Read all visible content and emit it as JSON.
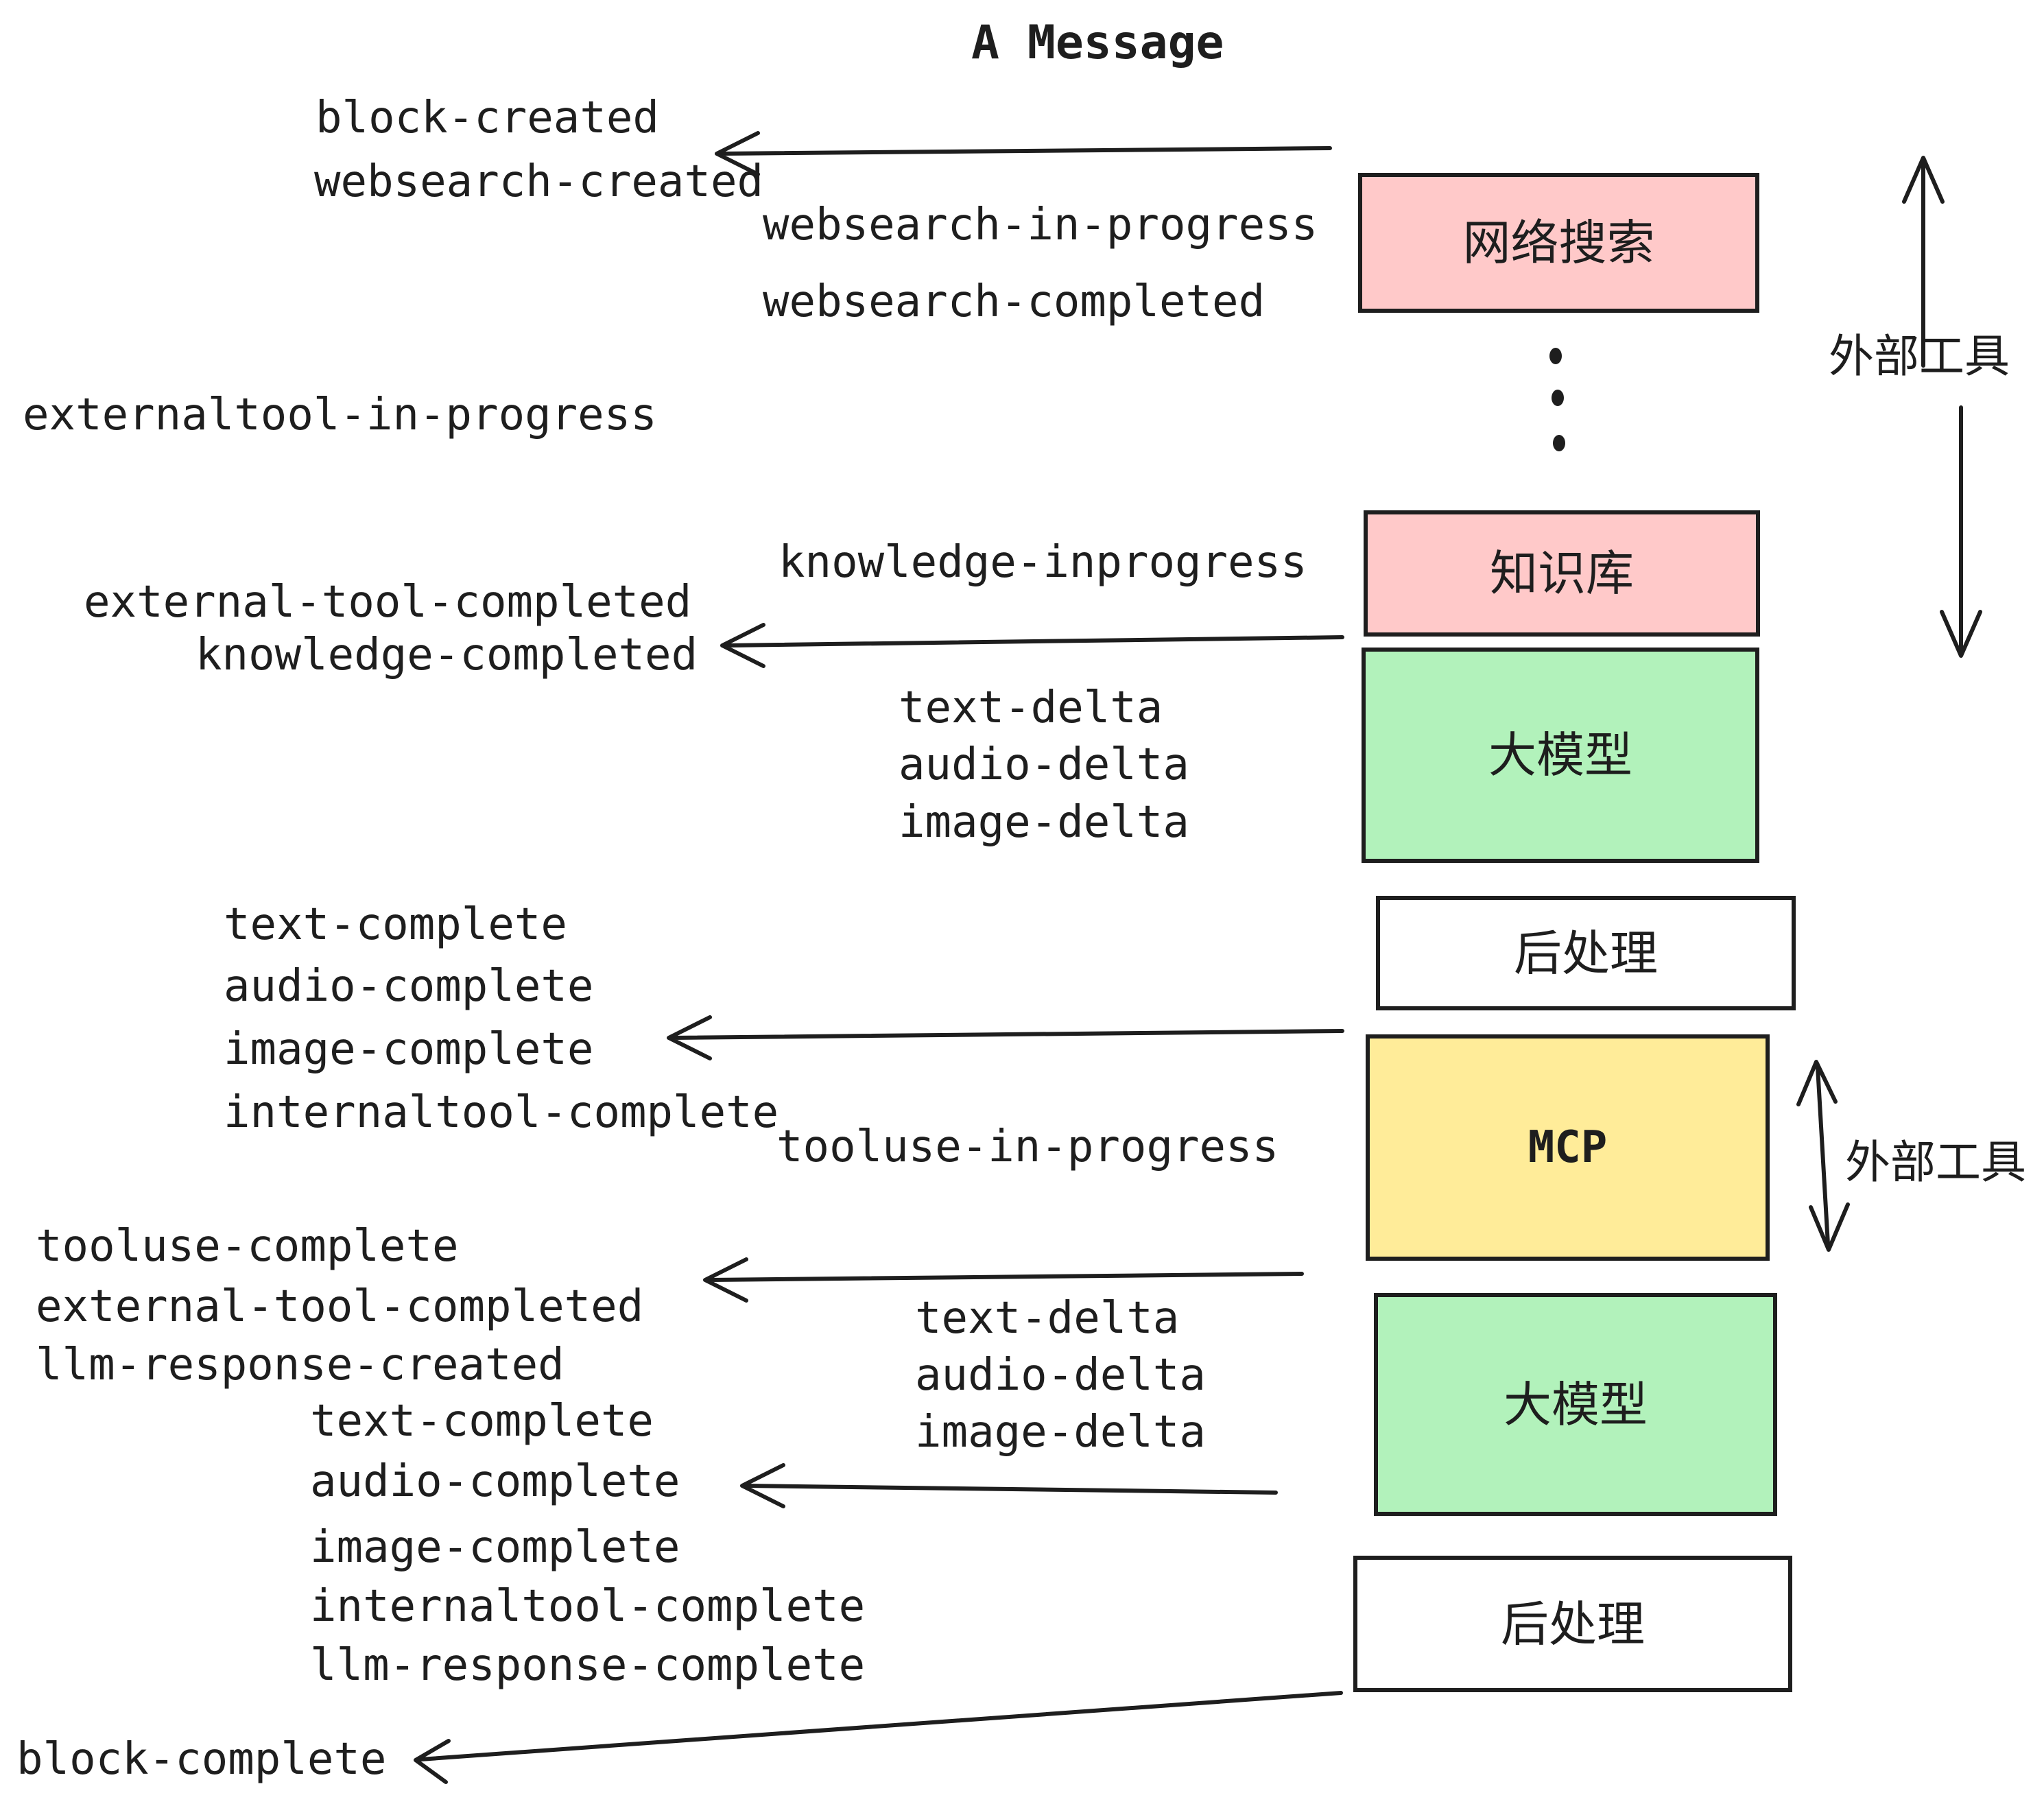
{
  "title": "A Message",
  "colors": {
    "stroke": "#1e1e1e",
    "box_pink": "#ffc9c9",
    "box_green": "#b2f2bb",
    "box_yellow": "#ffec99",
    "box_white": "#ffffff",
    "background": "#ffffff"
  },
  "boxes": [
    {
      "id": "websearch",
      "label": "网络搜索",
      "fill": "#ffc9c9"
    },
    {
      "id": "knowledge",
      "label": "知识库",
      "fill": "#ffc9c9"
    },
    {
      "id": "llm-1",
      "label": "大模型",
      "fill": "#b2f2bb"
    },
    {
      "id": "postprocess-1",
      "label": "后处理",
      "fill": "#ffffff"
    },
    {
      "id": "mcp",
      "label": "MCP",
      "fill": "#ffec99"
    },
    {
      "id": "llm-2",
      "label": "大模型",
      "fill": "#b2f2bb"
    },
    {
      "id": "postprocess-2",
      "label": "后处理",
      "fill": "#ffffff"
    }
  ],
  "side_labels": [
    "外部工具",
    "外部工具"
  ],
  "ellipsis_dots": 3,
  "events": [
    "block-created",
    "websearch-created",
    "websearch-in-progress",
    "websearch-completed",
    "externaltool-in-progress",
    "knowledge-inprogress",
    "external-tool-completed",
    "knowledge-completed",
    "text-delta",
    "audio-delta",
    "image-delta",
    "text-complete",
    "audio-complete",
    "image-complete",
    "internaltool-complete",
    "tooluse-in-progress",
    "tooluse-complete",
    "external-tool-completed",
    "llm-response-created",
    "text-delta",
    "audio-delta",
    "image-delta",
    "text-complete",
    "audio-complete",
    "image-complete",
    "internaltool-complete",
    "llm-response-complete",
    "block-complete"
  ],
  "arrows": [
    {
      "name": "arrow-websearch-to-block-created",
      "direction": "left"
    },
    {
      "name": "arrow-knowledge-to-knowledge-completed",
      "direction": "left"
    },
    {
      "name": "arrow-postprocess1-to-image-complete",
      "direction": "left"
    },
    {
      "name": "arrow-mcp-to-tooluse-complete",
      "direction": "left"
    },
    {
      "name": "arrow-llm2-to-audio-complete",
      "direction": "left"
    },
    {
      "name": "arrow-postprocess2-to-block-complete",
      "direction": "left-diagonal"
    },
    {
      "name": "external-tools-span-arrow-up",
      "direction": "up"
    },
    {
      "name": "external-tools-span-arrow-down",
      "direction": "down"
    },
    {
      "name": "external-tools-span-arrow-double",
      "direction": "up-down"
    }
  ]
}
